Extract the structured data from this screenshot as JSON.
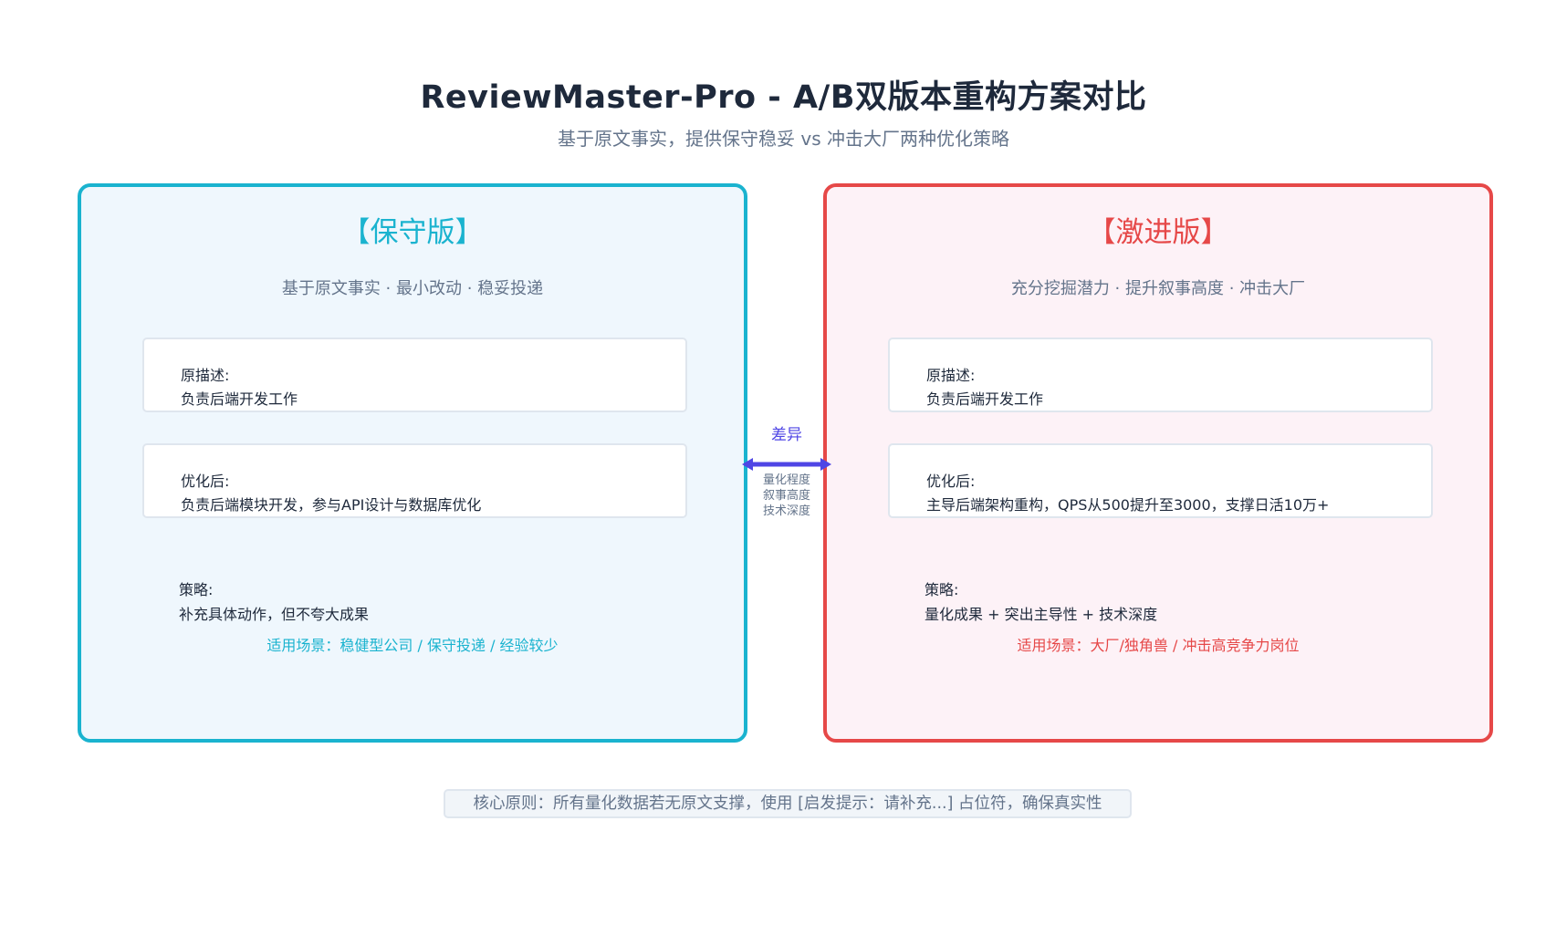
{
  "header": {
    "title": "ReviewMaster-Pro - A/B双版本重构方案对比",
    "subtitle": "基于原文事实，提供保守稳妥 vs 冲击大厂两种优化策略"
  },
  "conservative": {
    "title": "【保守版】",
    "tagline": "基于原文事实 · 最小改动 · 稳妥投递",
    "original_label": "原描述:",
    "original_text": "负责后端开发工作",
    "optimized_label": "优化后:",
    "optimized_text": "负责后端模块开发，参与API设计与数据库优化",
    "strategy_label": "策略:",
    "strategy_text": "补充具体动作，但不夸大成果",
    "scenario": "适用场景：稳健型公司 / 保守投递 / 经验较少",
    "color": "#1ab3cf"
  },
  "aggressive": {
    "title": "【激进版】",
    "tagline": "充分挖掘潜力 · 提升叙事高度 · 冲击大厂",
    "original_label": "原描述:",
    "original_text": "负责后端开发工作",
    "optimized_label": "优化后:",
    "optimized_text": "主导后端架构重构，QPS从500提升至3000，支撑日活10万+",
    "strategy_label": "策略:",
    "strategy_text": "量化成果 + 突出主导性 + 技术深度",
    "scenario": "适用场景：大厂/独角兽 / 冲击高竞争力岗位",
    "color": "#e64848"
  },
  "difference": {
    "label": "差异",
    "notes": [
      "量化程度",
      "叙事高度",
      "技术深度"
    ],
    "color": "#4f46e5"
  },
  "footer": {
    "principle": "核心原则：所有量化数据若无原文支撑，使用 [启发提示：请补充...] 占位符，确保真实性"
  }
}
